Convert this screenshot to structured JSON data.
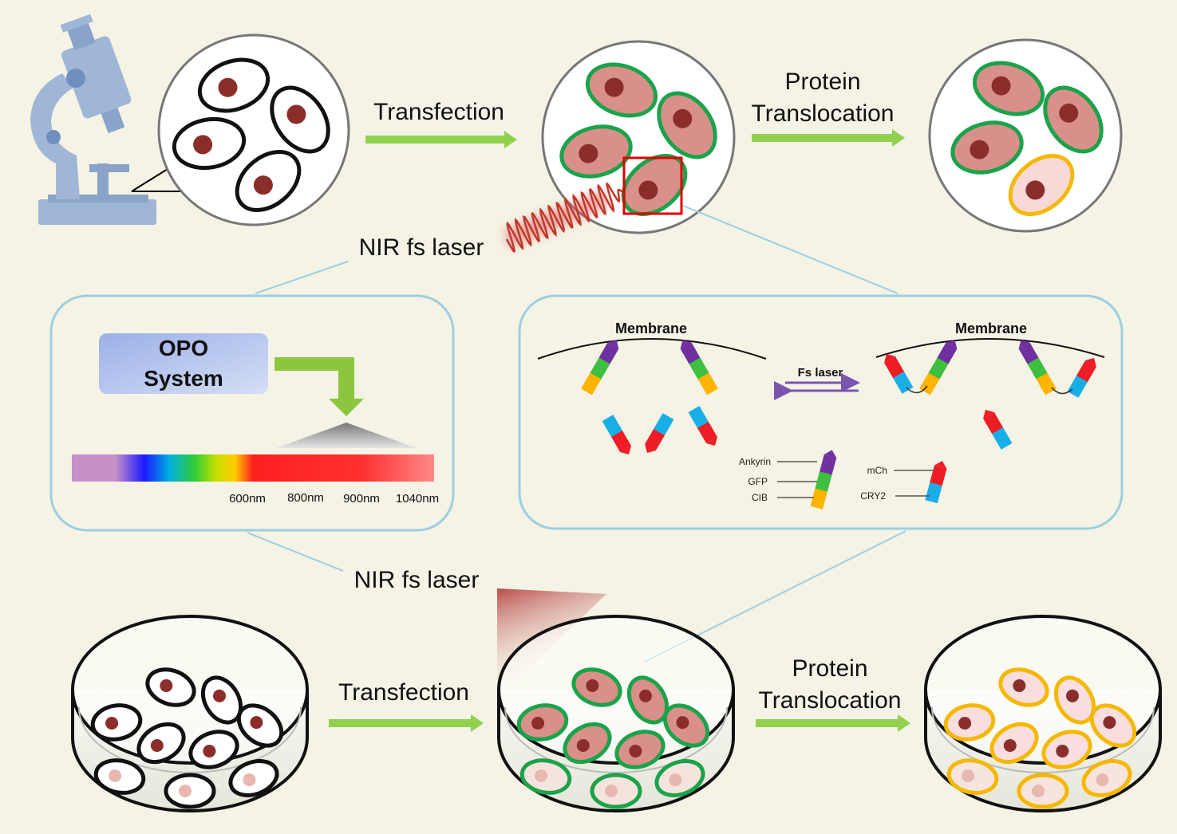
{
  "labels": {
    "transfection_top": "Transfection",
    "protein_top_1": "Protein",
    "protein_top_2": "Translocation",
    "nir_top": "NIR fs laser",
    "nir_bottom": "NIR fs laser",
    "transfection_bottom": "Transfection",
    "protein_bottom_1": "Protein",
    "protein_bottom_2": "Translocation"
  },
  "opo_panel": {
    "system_line1": "OPO",
    "system_line2": "System",
    "wavelengths": [
      "600nm",
      "800nm",
      "900nm",
      "1040nm"
    ]
  },
  "membrane_panel": {
    "membrane_left": "Membrane",
    "membrane_right": "Membrane",
    "fs_laser": "Fs laser",
    "legend": {
      "ankyrin": "Ankyrin",
      "gfp": "GFP",
      "cib": "CIB",
      "mch": "mCh",
      "cry2": "CRY2"
    }
  },
  "colors": {
    "background": "#f4f3e5",
    "arrow_green": "#92d050",
    "cell_green": "#1aa34a",
    "cell_yellow": "#f5b800",
    "cell_body": "#d98f8a",
    "nucleus": "#8b2e2b",
    "panel_border": "#9ccfe0",
    "highlight_red": "#e00000",
    "ankyrin_purple": "#7030a0",
    "gfp_green": "#3fbf3f",
    "cib_orange": "#ffb400",
    "mch_red": "#ee1c25",
    "cry2_blue": "#1aaee6"
  }
}
